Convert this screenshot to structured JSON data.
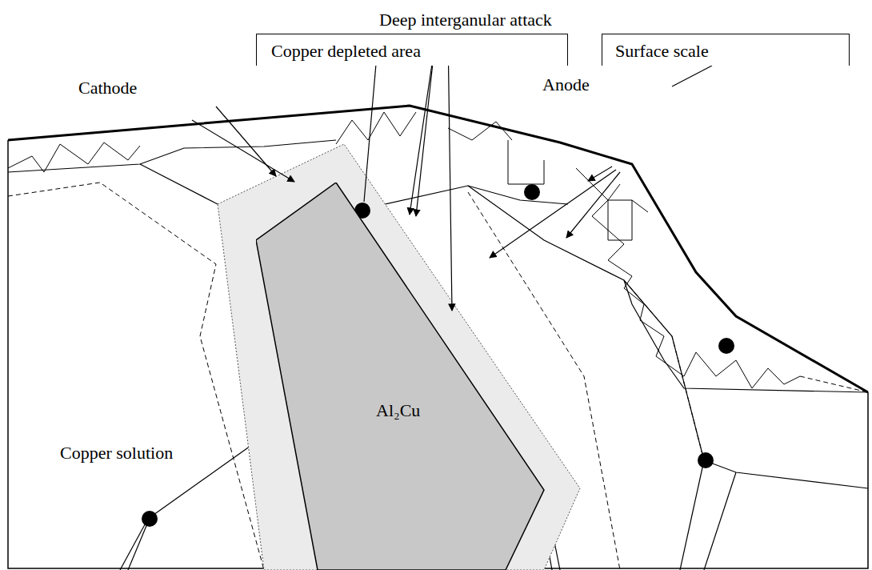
{
  "diagram": {
    "nodes": [
      {
        "text": [
          "Cathode"
        ]
      },
      {
        "text": [
          "Copper depleted area"
        ]
      },
      {
        "text": [
          "Surface scale"
        ]
      },
      {
        "text": [
          "Anode"
        ]
      },
      {
        "text": [
          "Al₂Cu"
        ]
      }
    ],
    "labels": [
      "Deep interganular attack",
      "Copper solution"
    ]
  }
}
